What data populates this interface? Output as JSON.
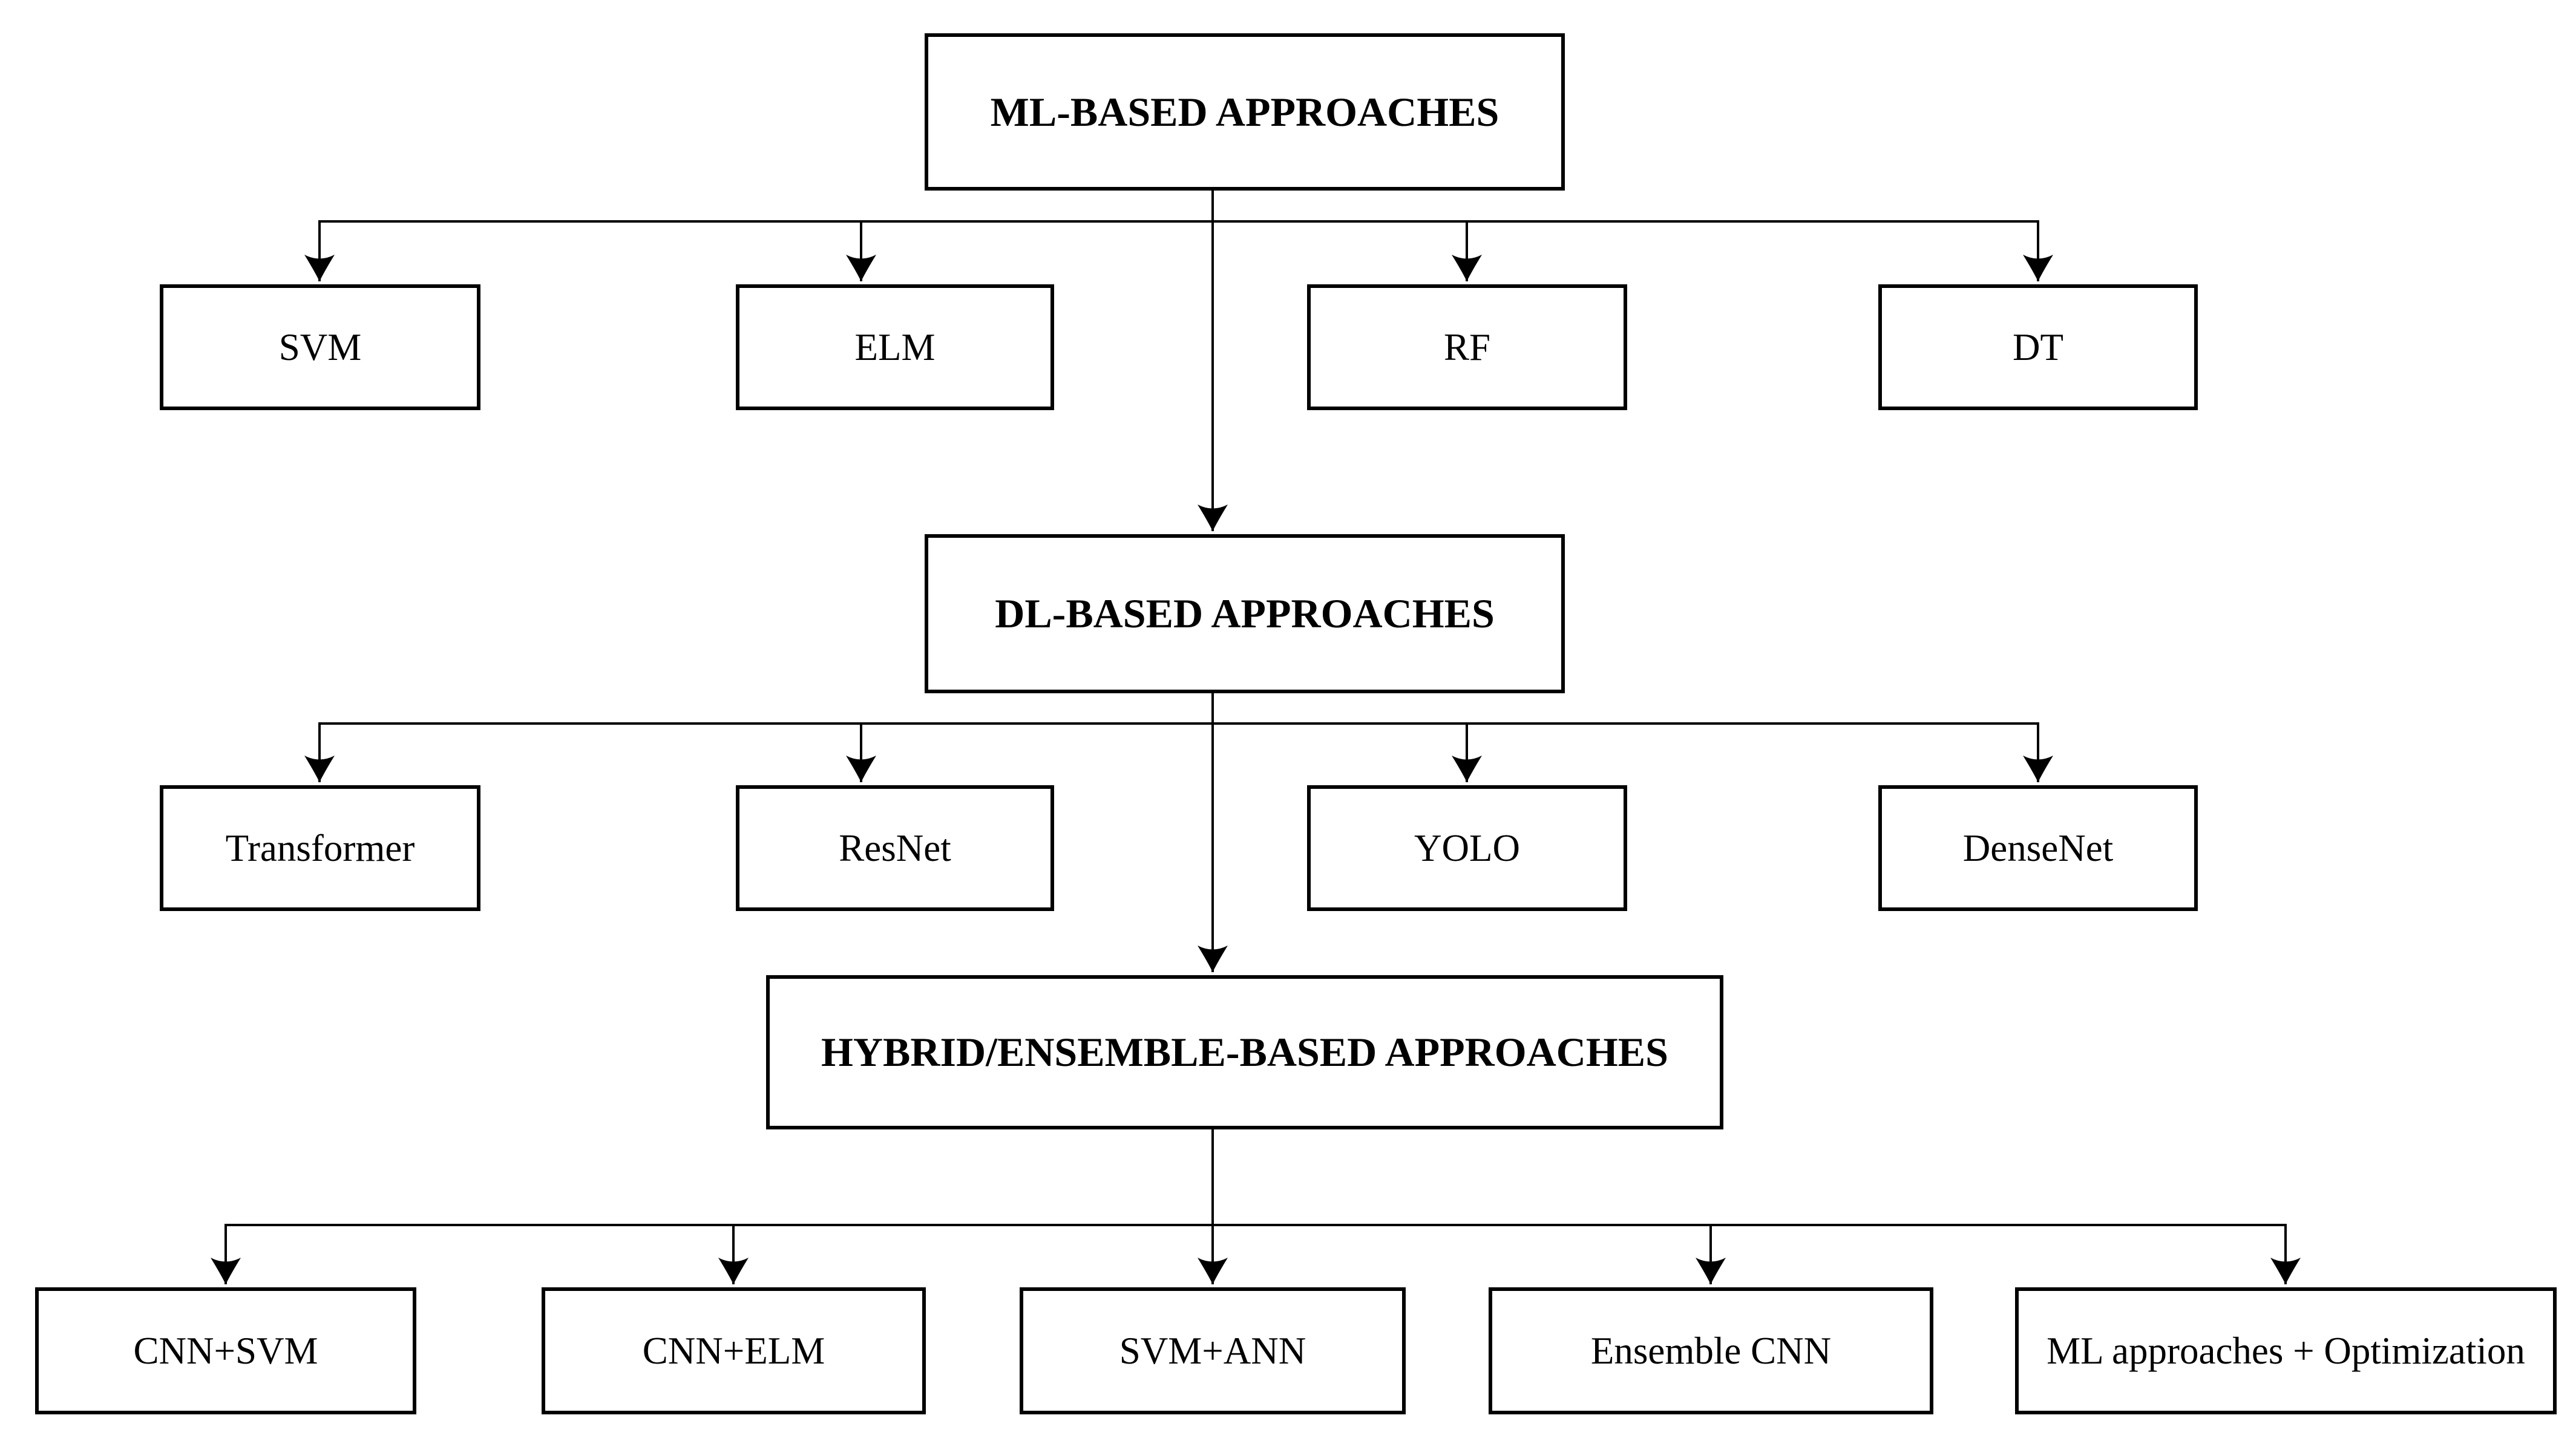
{
  "diagram": {
    "background": "#ffffff",
    "line_color": "#000000",
    "box_fill": "#ffffff",
    "box_border_color": "#000000",
    "groups": [
      {
        "header": "ML-BASED APPROACHES",
        "children": [
          "SVM",
          "ELM",
          "RF",
          "DT"
        ]
      },
      {
        "header": "DL-BASED APPROACHES",
        "children": [
          "Transformer",
          "ResNet",
          "YOLO",
          "DenseNet"
        ]
      },
      {
        "header": "HYBRID/ENSEMBLE-BASED APPROACHES",
        "children": [
          "CNN+SVM",
          "CNN+ELM",
          "SVM+ANN",
          "Ensemble CNN",
          "ML approaches + Optimization"
        ]
      }
    ]
  }
}
